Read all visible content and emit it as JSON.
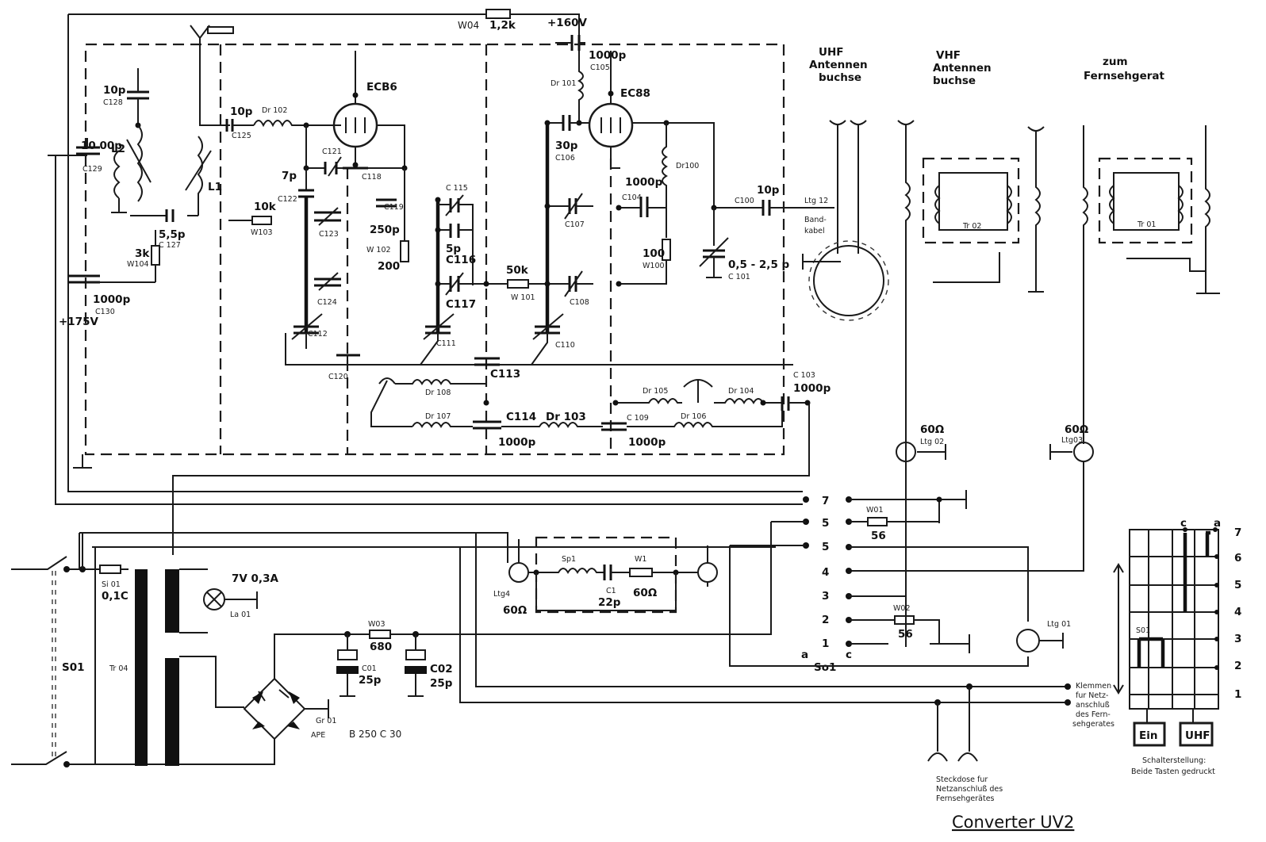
{
  "title": "Converter UV2",
  "top": {
    "w04_label": "W04",
    "w04_value": "1,2k",
    "b160v": "+160V",
    "c105_value": "1000p",
    "c105_ref": "C105"
  },
  "tubes": {
    "v1": "ECB6",
    "v2": "EC88"
  },
  "inputs": {
    "uhf_line1": "UHF",
    "uhf_line2": "Antennen",
    "uhf_line3": "buchse",
    "vhf_line1": "VHF",
    "vhf_line2": "Antennen",
    "vhf_line3": "buchse",
    "tv_line1": "zum",
    "tv_line2": "Fernsehgerat"
  },
  "components": {
    "c128_value": "10p",
    "c128_ref": "C128",
    "l2": "L2",
    "l1": "L1",
    "c129_value": "10 00p",
    "c129_ref": "C129",
    "c127_value": "5,5p",
    "c127_ref": "C 127",
    "w104_value": "3k",
    "w104_ref": "W104",
    "c130_value": "1000p",
    "c130_ref": "C130",
    "b175v": "+175V",
    "c125_value": "10p",
    "c125_ref": "C125",
    "dr102": "Dr 102",
    "c121_ref": "C121",
    "c118_ref": "C118",
    "c122_value": "7p",
    "c122_ref": "C122",
    "c123_ref": "C123",
    "c124_ref": "C124",
    "c112_ref": "C112",
    "w103_value": "10k",
    "w103_ref": "W103",
    "c119_ref": "C119",
    "c119_value": "250p",
    "w102_ref": "W 102",
    "w102_value": "200",
    "c115_ref": "C 115",
    "c116_value": "5p",
    "c116_ref": "C116",
    "c117_ref": "C117",
    "c111_ref": "C111",
    "w101_value": "50k",
    "w101_ref": "W 101",
    "dr101": "Dr 101",
    "c106_value": "30p",
    "c106_ref": "C106",
    "c107_ref": "C107",
    "c108_ref": "C108",
    "c110_ref": "C110",
    "dr100": "Dr100",
    "c104_value": "1000p",
    "c104_ref": "C104",
    "w100_value": "100",
    "w100_ref": "W100",
    "c100_value": "10p",
    "c100_ref": "C100",
    "c101_value": "0,5 - 2,5 p",
    "c101_ref": "C 101",
    "ltg12": "Ltg 12",
    "band1": "Band-",
    "band2": "kabel",
    "c120_ref": "C120",
    "c113_ref": "C113",
    "dr108": "Dr 108",
    "dr107": "Dr 107",
    "c114_ref": "C114",
    "c114_value": "1000p",
    "dr103": "Dr 103",
    "c109_ref": "C 109",
    "c109_value": "1000p",
    "dr105": "Dr 105",
    "dr106": "Dr 106",
    "dr104": "Dr 104",
    "c103_ref": "C 103",
    "c103_value": "1000p",
    "tr02": "Tr 02",
    "tr01": "Tr 01"
  },
  "lines": {
    "ltg02_value": "60Ω",
    "ltg02_ref": "Ltg 02",
    "ltg03_value": "60Ω",
    "ltg03_ref": "Ltg03",
    "ltg01_ref": "Ltg 01",
    "ltg4_ref": "Ltg4",
    "ltg4_value": "60Ω"
  },
  "filter": {
    "sp1": "Sp1",
    "c1_ref": "C1",
    "c1_value": "22p",
    "w1_ref": "W1",
    "w1_value": "60Ω"
  },
  "switch": {
    "w01_ref": "W01",
    "w01_value": "56",
    "w02_ref": "W02",
    "w02_value": "56",
    "contacts": [
      "7",
      "5",
      "5",
      "4",
      "3",
      "2",
      "1"
    ],
    "a": "a",
    "c": "c",
    "so1": "So1"
  },
  "power": {
    "si01": "Si 01",
    "si01_value": "0,1C",
    "lamp_value": "7V 0,3A",
    "lamp_ref": "La 01",
    "so01": "S01",
    "tr04": "Tr 04",
    "w03_ref": "W03",
    "w03_value": "680",
    "c01_ref": "C01",
    "c01_value": "25p",
    "c02_ref": "C02",
    "c02_value": "25p",
    "gr01": "Gr 01",
    "ape": "APE",
    "bridge": "B 250 C 30"
  },
  "notes": {
    "klemmen_1": "Klemmen",
    "klemmen_2": "fur Netz-",
    "klemmen_3": "anschluß",
    "klemmen_4": "des Fern-",
    "klemmen_5": "sehgerates",
    "steck_1": "Steckdose fur",
    "steck_2": "Netzanschluß des",
    "steck_3": "Fernsehgerätes",
    "schalter_1": "Schalterstellung:",
    "schalter_2": "Beide Tasten gedruckt"
  },
  "switch_diagram": {
    "col_c": "c",
    "col_a": "a",
    "rows": [
      "7",
      "6",
      "5",
      "4",
      "3",
      "2",
      "1"
    ],
    "so1": "S01",
    "btn_ein": "Ein",
    "btn_uhf": "UHF"
  }
}
